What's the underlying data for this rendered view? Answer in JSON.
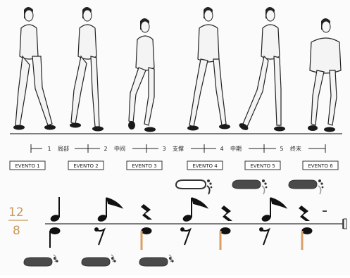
{
  "phases": [
    {
      "number": "1",
      "label": "局部"
    },
    {
      "number": "2",
      "label": "中间"
    },
    {
      "number": "3",
      "label": "支撑"
    },
    {
      "number": "4",
      "label": "中期"
    },
    {
      "number": "5",
      "label": "终末"
    }
  ],
  "events": [
    {
      "label": "EVENTO 1"
    },
    {
      "label": "EVENTO 2"
    },
    {
      "label": "EVENTO 3"
    },
    {
      "label": "EVENTO 4"
    },
    {
      "label": "EVENTO 5"
    },
    {
      "label": "EVENTO 6"
    }
  ],
  "time_signature": {
    "top": "12",
    "bottom": "8"
  },
  "colors": {
    "ink": "#111111",
    "time_signature": "#c89a5a",
    "accent_stem": "#d9a066",
    "footprint": "#4a4a4a"
  },
  "footprint_icons": [
    "footprint-icon"
  ]
}
